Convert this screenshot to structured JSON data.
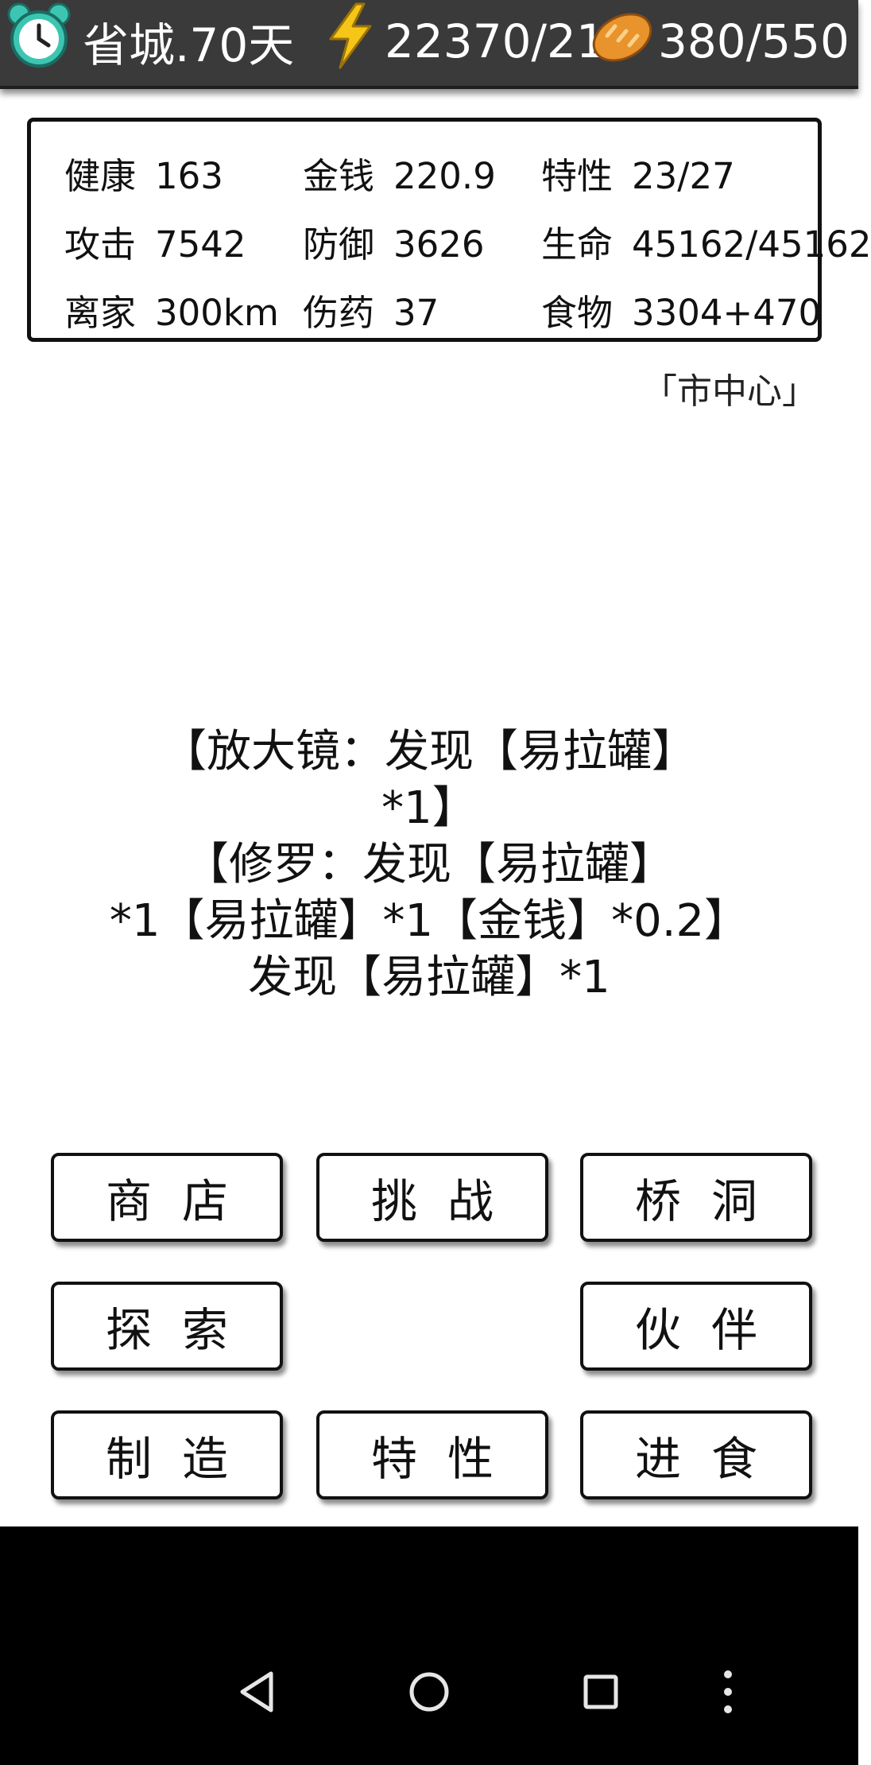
{
  "status_bar": {
    "location_day": "省城.70天",
    "energy": "22370/21",
    "food": "380/550",
    "icons": [
      "alarm-clock-icon",
      "lightning-icon",
      "bread-icon"
    ],
    "colors": {
      "bar_bg": "#3a3a3a",
      "text": "#ffffff"
    }
  },
  "stats": [
    {
      "label": "健康",
      "value": "163"
    },
    {
      "label": "金钱",
      "value": "220.9"
    },
    {
      "label": "特性",
      "value": "23/27"
    },
    {
      "label": "攻击",
      "value": "7542"
    },
    {
      "label": "防御",
      "value": "3626"
    },
    {
      "label": "生命",
      "value": "45162/45162"
    },
    {
      "label": "离家",
      "value": "300km"
    },
    {
      "label": "伤药",
      "value": "37"
    },
    {
      "label": "食物",
      "value": "3304+470"
    }
  ],
  "location_label": "「市中心」",
  "log_lines": [
    "【放大镜：发现【易拉罐】",
    "*1】",
    "【修罗：发现【易拉罐】",
    "*1【易拉罐】*1【金钱】*0.2】",
    "发现【易拉罐】*1"
  ],
  "actions": {
    "shop": "商店",
    "challenge": "挑战",
    "bridge_hole": "桥洞",
    "explore": "探索",
    "partner": "伙伴",
    "craft": "制造",
    "traits": "特性",
    "eat": "进食"
  },
  "navigation": {
    "icons": [
      "back-icon",
      "home-icon",
      "recents-icon",
      "more-icon"
    ]
  }
}
